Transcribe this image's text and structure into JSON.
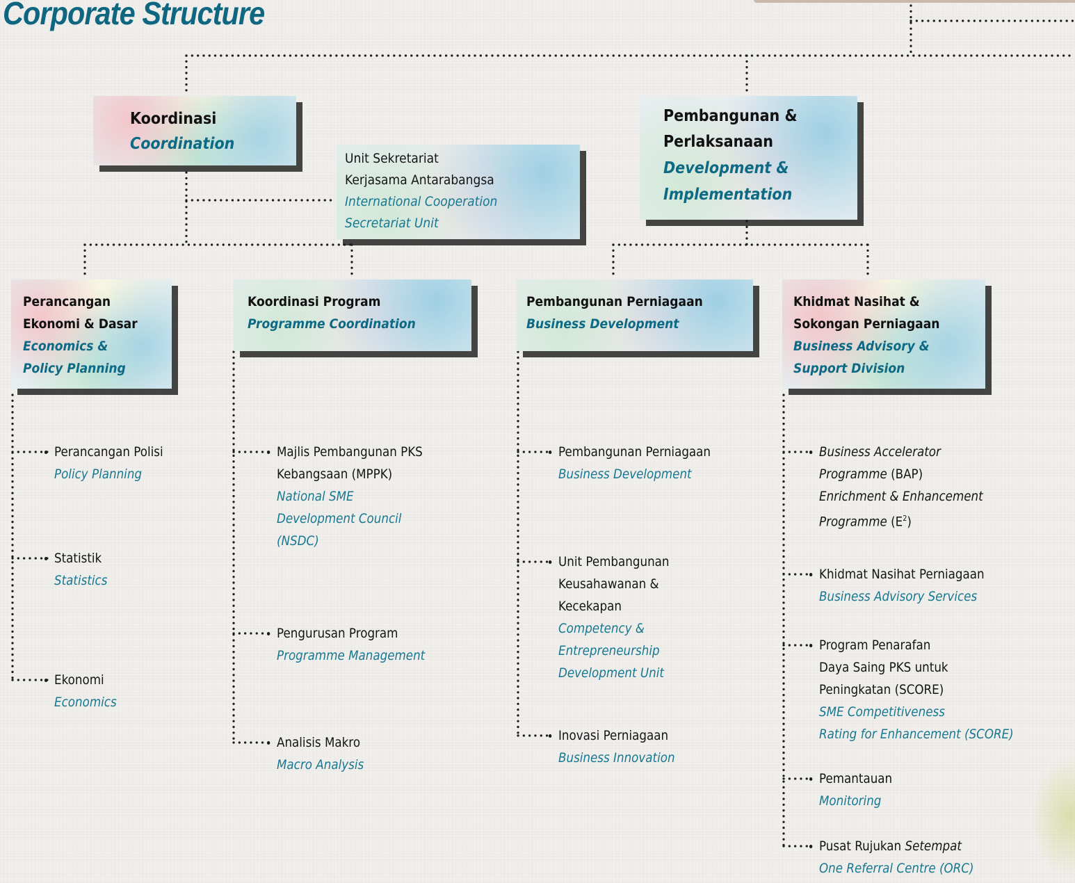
{
  "title": "Corporate Structure",
  "koordinasi": {
    "malay": "Koordinasi",
    "english": "Coordination"
  },
  "pembangunan": {
    "malay_1": "Pembangunan &",
    "malay_2": "Perlaksanaan",
    "english_1": "Development &",
    "english_2": "Implementation"
  },
  "intl_unit": {
    "malay_1": "Unit Sekretariat",
    "malay_2": "Kerjasama Antarabangsa",
    "english_1": "International Cooperation",
    "english_2": "Secretariat Unit"
  },
  "divisions": [
    {
      "malay_lines": [
        "Perancangan",
        "Ekonomi & Dasar"
      ],
      "english_lines": [
        "Economics &",
        "Policy Planning"
      ],
      "items": [
        {
          "malay_lines": [
            "Perancangan Polisi"
          ],
          "english_lines": [
            "Policy Planning"
          ]
        },
        {
          "malay_lines": [
            "Statistik"
          ],
          "english_lines": [
            "Statistics"
          ]
        },
        {
          "malay_lines": [
            "Ekonomi"
          ],
          "english_lines": [
            "Economics"
          ]
        }
      ]
    },
    {
      "malay_lines": [
        "Koordinasi Program"
      ],
      "english_lines": [
        "Programme Coordination"
      ],
      "items": [
        {
          "malay_lines": [
            "Majlis Pembangunan PKS",
            "Kebangsaan (MPPK)"
          ],
          "english_lines": [
            "National SME",
            "Development Council",
            "(NSDC)"
          ]
        },
        {
          "malay_lines": [
            "Pengurusan Program"
          ],
          "english_lines": [
            "Programme Management"
          ]
        },
        {
          "malay_lines": [
            "Analisis Makro"
          ],
          "english_lines": [
            "Macro Analysis"
          ]
        }
      ]
    },
    {
      "malay_lines": [
        "Pembangunan Perniagaan"
      ],
      "english_lines": [
        "Business Development"
      ],
      "items": [
        {
          "malay_lines": [
            "Pembangunan Perniagaan"
          ],
          "english_lines": [
            "Business Development"
          ]
        },
        {
          "malay_lines": [
            "Unit Pembangunan",
            "Keusahawanan &",
            "Kecekapan"
          ],
          "english_lines": [
            "Competency &",
            "Entrepreneurship",
            "Development Unit"
          ]
        },
        {
          "malay_lines": [
            "Inovasi Perniagaan"
          ],
          "english_lines": [
            "Business Innovation"
          ]
        }
      ]
    },
    {
      "malay_lines": [
        "Khidmat Nasihat &",
        "Sokongan Perniagaan"
      ],
      "english_lines": [
        "Business Advisory &",
        "Support Division"
      ],
      "items": [
        {
          "bap": {
            "l1": "Business Accelerator",
            "l2_italic": "Programme",
            "l2_rest": " (BAP)",
            "l3": "Enrichment & Enhancement",
            "l4_italic": "Programme",
            "l4_rest": " (E",
            "l4_sup": "2",
            "l4_end": ")"
          }
        },
        {
          "malay_lines": [
            "Khidmat Nasihat Perniagaan"
          ],
          "english_lines": [
            "Business Advisory Services"
          ]
        },
        {
          "malay_lines": [
            "Program Penarafan",
            "Daya Saing PKS untuk",
            "Peningkatan (SCORE)"
          ],
          "english_lines": [
            "SME Competitiveness",
            "Rating for Enhancement (SCORE)"
          ]
        },
        {
          "malay_lines": [
            "Pemantauan"
          ],
          "english_lines": [
            "Monitoring"
          ]
        },
        {
          "orc": {
            "malay": "Pusat Rujukan ",
            "malay_italic": "Setempat",
            "english": "One Referral Centre (ORC)"
          }
        }
      ]
    }
  ]
}
